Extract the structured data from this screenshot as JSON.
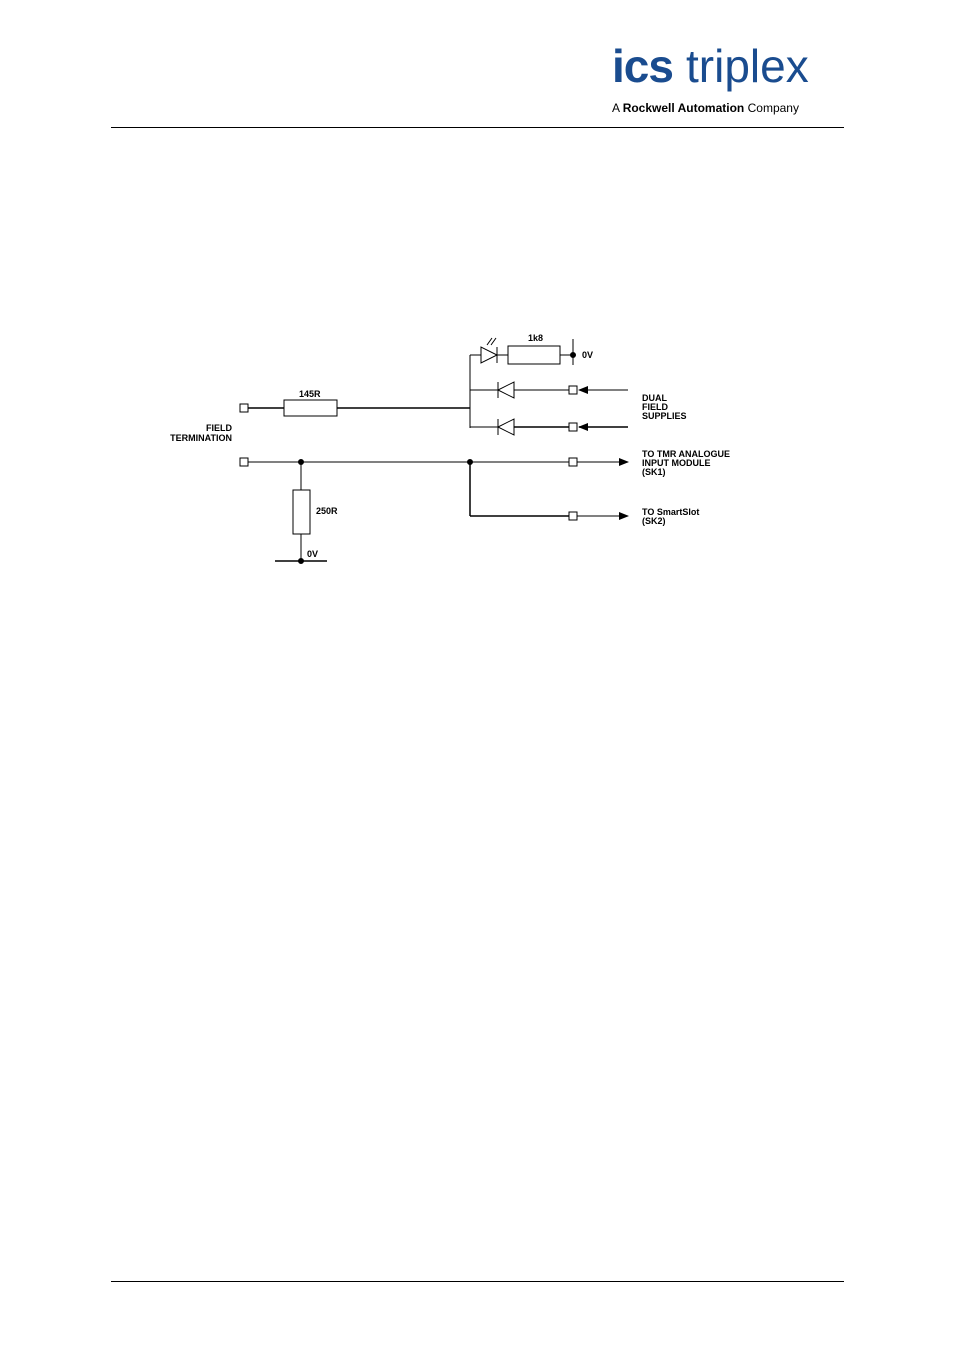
{
  "header": {
    "brand_bold": "ics",
    "brand_light": "triplex",
    "tagline_prefix": "A",
    "tagline_bold": "Rockwell Automation",
    "tagline_suffix": "Company",
    "colors": {
      "brand_blue": "#1a4c8f",
      "text": "#000000"
    }
  },
  "diagram": {
    "labels": {
      "r145": "145R",
      "r1k8": "1k8",
      "zero_v_top": "0V",
      "field_termination_1": "FIELD",
      "field_termination_2": "TERMINATION",
      "dual_1": "DUAL",
      "dual_2": "FIELD",
      "dual_3": "SUPPLIES",
      "tmr_1": "TO TMR ANALOGUE",
      "tmr_2": "INPUT MODULE",
      "tmr_3": "(SK1)",
      "r250": "250R",
      "zero_v_bottom": "0V",
      "smartslot_1": "TO SmartSlot",
      "smartslot_2": "(SK2)"
    }
  }
}
